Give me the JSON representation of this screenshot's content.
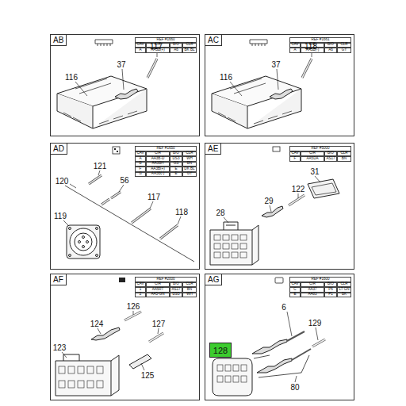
{
  "diagram": {
    "nodes": [
      {
        "text": [
          "AB"
        ]
      },
      {
        "text": [
          "AC"
        ]
      },
      {
        "text": [
          "AD"
        ]
      },
      {
        "text": [
          "AE"
        ]
      },
      {
        "text": [
          "AF"
        ]
      },
      {
        "text": [
          "AG"
        ]
      },
      {
        "text": [
          "128"
        ],
        "in": 5
      }
    ],
    "edges": [],
    "labels": [
      "REF #1660",
      "CAV",
      "CIR",
      "B/O",
      "CLR",
      "A",
      "AA3B(+)",
      "A6",
      "BK BL",
      "116",
      "37",
      "117",
      "REF #1661",
      "CAV",
      "CIR",
      "B/O",
      "CLR",
      "A",
      "AA3B(-)",
      "A6",
      "GY",
      "116",
      "37",
      "118",
      "REF #1650",
      "CAV",
      "CIR",
      "B/O",
      "CLR",
      "A",
      "AA3B-D",
      "DS3",
      "WH",
      "B",
      "AA3BH",
      "GS",
      "BN",
      "F",
      "AA3B(+)",
      "E",
      "DK BL",
      "G",
      "AA3B(-)",
      "E",
      "GY",
      "121",
      "120",
      "56",
      "117",
      "118",
      "119",
      "REF #5000",
      "CAV",
      "CIR",
      "B/O",
      "CLR",
      "F",
      "AA5DA",
      "AS17",
      "BN",
      "31",
      "122",
      "29",
      "28",
      "REF #2000",
      "CAV",
      "CIR",
      "B/O",
      "CLR",
      "1",
      "AA5RT",
      "AS17",
      "BN",
      "2",
      "AA5-GN",
      "DS5",
      "WH",
      "126",
      "124",
      "127",
      "123",
      "125",
      "REF #1600",
      "CAV",
      "CIR",
      "B/O",
      "CLR",
      "C",
      "AA37",
      "P6",
      "LT GN",
      "E",
      "AA83",
      "P1",
      "BK",
      "6",
      "129",
      "80"
    ]
  }
}
